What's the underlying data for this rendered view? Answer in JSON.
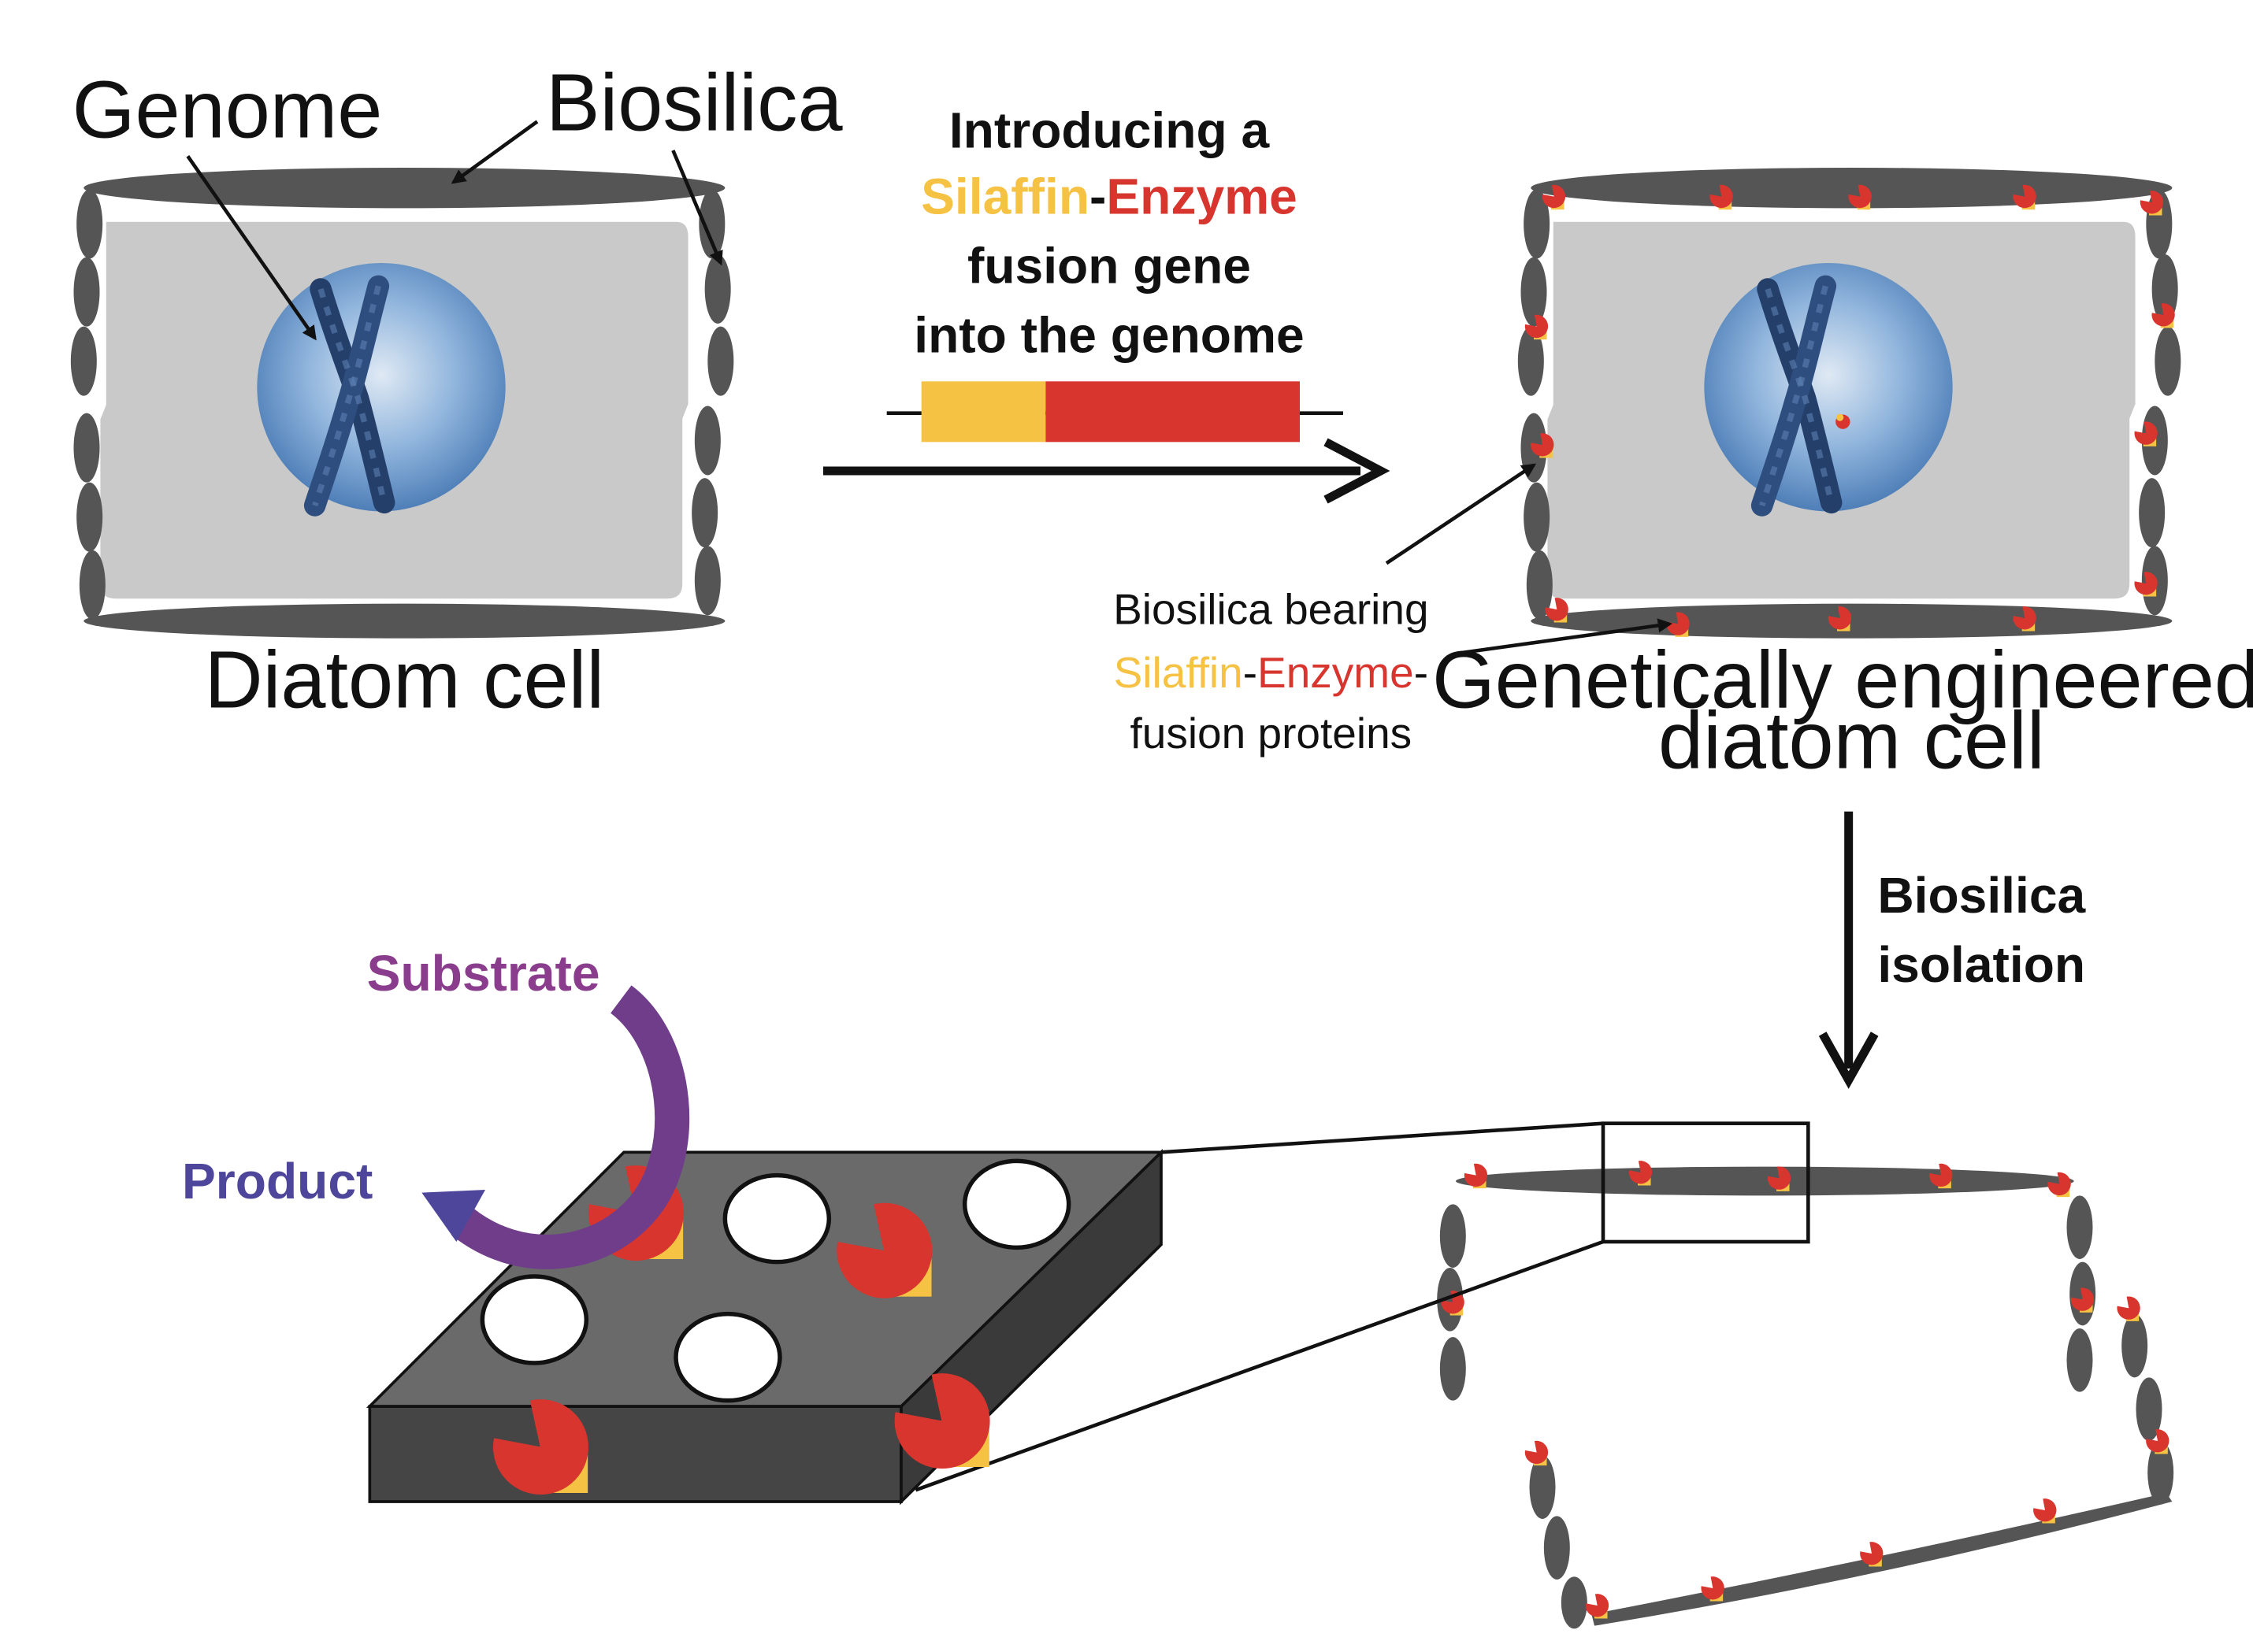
{
  "labels": {
    "genome": "Genome",
    "biosilica": "Biosilica",
    "diatom_cell": "Diatom cell",
    "engineered_line1": "Genetically engineered",
    "engineered_line2": "diatom cell",
    "bearing_line1": "Biosilica bearing",
    "bearing_silaffin": "Silaffin",
    "bearing_dash": "-",
    "bearing_enzyme": "Enzyme",
    "bearing_dash2": "-",
    "bearing_line3": "fusion proteins",
    "step1_line1": "Introducing a",
    "step1_silaffin": "Silaffin",
    "step1_dash": "-",
    "step1_enzyme": "Enzyme",
    "step1_line3": "fusion gene",
    "step1_line4": "into the genome",
    "step2_line1": "Biosilica",
    "step2_line2": "isolation",
    "substrate": "Substrate",
    "product": "Product"
  },
  "colors": {
    "silaffin": "#f6c244",
    "enzyme": "#d8352e",
    "biosilica": "#555555",
    "cytoplasm": "#c8c9c8",
    "nucleus": "#6f9ed0",
    "chromosome": "#253f6b",
    "substrate": "#8a3d8c",
    "product": "#4d469a",
    "slab_top": "#6a6a6a",
    "slab_front": "#454545"
  },
  "icons": [
    "chromosome-icon",
    "silaffin-enzyme-icon",
    "arrow-right-icon",
    "arrow-down-icon",
    "curved-arrow-icon"
  ]
}
